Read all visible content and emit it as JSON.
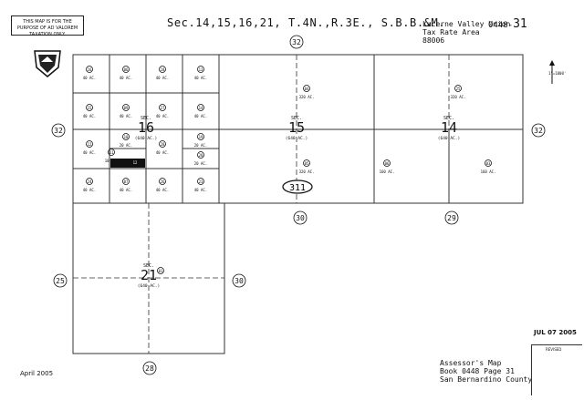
{
  "header": {
    "disclaimer": "THIS MAP IS FOR THE PURPOSE OF AD VALOREM TAXATION ONLY.",
    "title": "Sec.14,15,16,21, T.4N.,R.3E., S.B.B.&M.",
    "tax_area": "Lucerne Valley Union\nTax Rate Area\n88006",
    "book_prefix": "0448-",
    "page_number": "31"
  },
  "footer": {
    "assessor": "Assessor's Map\nBook 0448 Page 31\nSan Bernardino County",
    "date": "April 2005",
    "stamp": "JUL 07 2005",
    "revised_label": "REVISED"
  },
  "scale_label": "1\"=1000'",
  "sections": [
    {
      "label": "SEC.",
      "number": "16",
      "acres": "(640 AC.)"
    },
    {
      "label": "SEC.",
      "number": "15",
      "acres": "(640 AC.)"
    },
    {
      "label": "SEC.",
      "number": "14",
      "acres": "(640 AC.)"
    },
    {
      "label": "SEC.",
      "number": "21",
      "acres": "(640 AC.)"
    }
  ],
  "page_refs": [
    "32",
    "32",
    "32",
    "30",
    "29",
    "25",
    "30",
    "28"
  ],
  "parcels": [
    {
      "num": "16",
      "acres": "40 AC."
    },
    {
      "num": "06",
      "acres": "40 AC."
    },
    {
      "num": "18",
      "acres": "40 AC."
    },
    {
      "num": "13",
      "acres": "40 AC."
    },
    {
      "num": "15",
      "acres": "40 AC."
    },
    {
      "num": "09",
      "acres": "40 AC."
    },
    {
      "num": "27",
      "acres": "40 AC."
    },
    {
      "num": "14",
      "acres": "40 AC."
    },
    {
      "num": "12",
      "acres": "40 AC."
    },
    {
      "num": "10",
      "acres": "20 AC."
    },
    {
      "num": "28",
      "acres": "40 AC."
    },
    {
      "num": "19",
      "acres": "20 AC."
    },
    {
      "num": "11",
      "acres": "10 AC."
    },
    {
      "num": "12",
      "acres": ""
    },
    {
      "num": "20",
      "acres": "20 AC."
    },
    {
      "num": "24",
      "acres": "40 AC."
    },
    {
      "num": "07",
      "acres": "40 AC."
    },
    {
      "num": "26",
      "acres": "40 AC."
    },
    {
      "num": "23",
      "acres": "40 AC."
    },
    {
      "num": "04",
      "acres": "320 AC."
    },
    {
      "num": "05",
      "acres": "320 AC."
    },
    {
      "num": "25",
      "acres": "320 AC."
    },
    {
      "num": "06",
      "acres": "160 AC."
    },
    {
      "num": "03",
      "acres": "160 AC."
    },
    {
      "num": "01",
      "acres": ""
    }
  ],
  "highway": "311"
}
